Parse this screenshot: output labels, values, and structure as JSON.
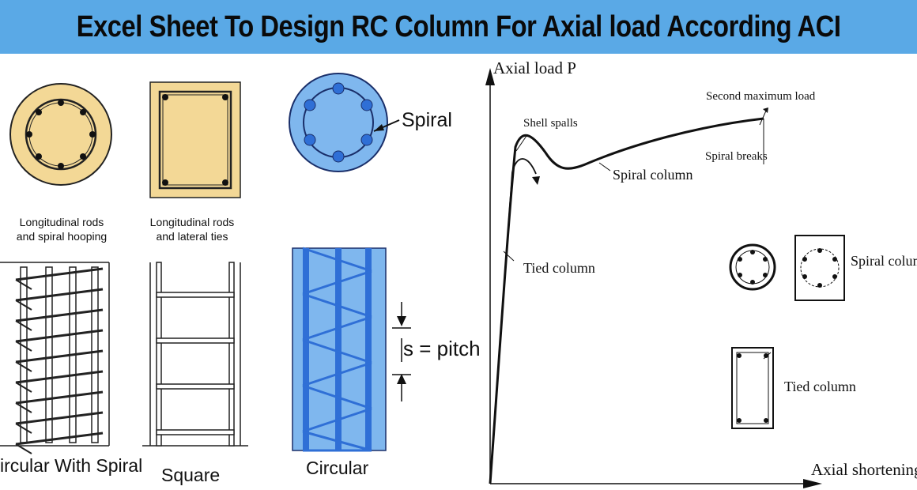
{
  "title": "Excel Sheet To Design RC Column For Axial load According ACI",
  "left_panel": {
    "circular_section_caption_line1": "Longitudinal rods",
    "circular_section_caption_line2": "and spiral hooping",
    "square_section_caption_line1": "Longitudinal rods",
    "square_section_caption_line2": "and lateral ties",
    "spiral_label": "Spiral",
    "pitch_label": "s = pitch",
    "caption_circular_with_spiral": "ircular With  Spiral",
    "caption_square": "Square",
    "caption_circular": "Circular"
  },
  "graph": {
    "y_axis_label": "Axial load P",
    "x_axis_label": "Axial shortening",
    "annotations": {
      "shell_spalls": "Shell spalls",
      "second_maximum_load": "Second maximum load",
      "spiral_breaks": "Spiral breaks",
      "spiral_column": "Spiral column",
      "tied_column": "Tied column"
    },
    "legend": {
      "spiral_column": "Spiral column",
      "tied_column": "Tied column"
    }
  },
  "colors": {
    "title_bar": "#5aa9e6",
    "section_fill": "#f3d896",
    "blue_fill": "#7fb7ee",
    "blue_bar": "#2f6fd6"
  }
}
